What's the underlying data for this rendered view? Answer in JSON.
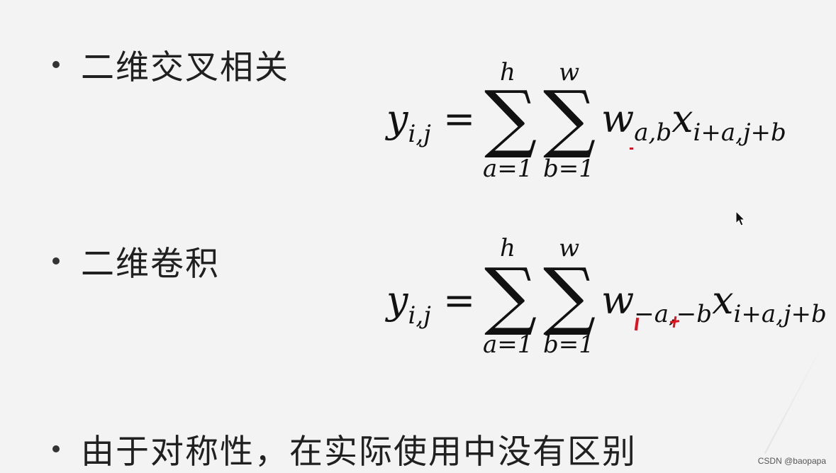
{
  "bullets": [
    {
      "text": "二维交叉相关"
    },
    {
      "text": "二维卷积"
    },
    {
      "text": "由于对称性，在实际使用中没有区别"
    }
  ],
  "formula1": {
    "lhs": "y",
    "lhs_sub": "i,j",
    "eq": "=",
    "sum1_upper": "h",
    "sum1_lower": "a=1",
    "sum2_upper": "w",
    "sum2_lower": "b=1",
    "sigma": "∑",
    "w": "w",
    "w_sub": "a,b",
    "x": "x",
    "x_sub": "i+a,j+b"
  },
  "formula2": {
    "lhs": "y",
    "lhs_sub": "i,j",
    "eq": "=",
    "sum1_upper": "h",
    "sum1_lower": "a=1",
    "sum2_upper": "w",
    "sum2_lower": "b=1",
    "sigma": "∑",
    "w": "w",
    "w_sub": "−a,−b",
    "x": "x",
    "x_sub": "i+a,j+b"
  },
  "watermark": "CSDN @baopapa",
  "colors": {
    "annotation": "#e0101e",
    "background": "#f3f3f3"
  }
}
